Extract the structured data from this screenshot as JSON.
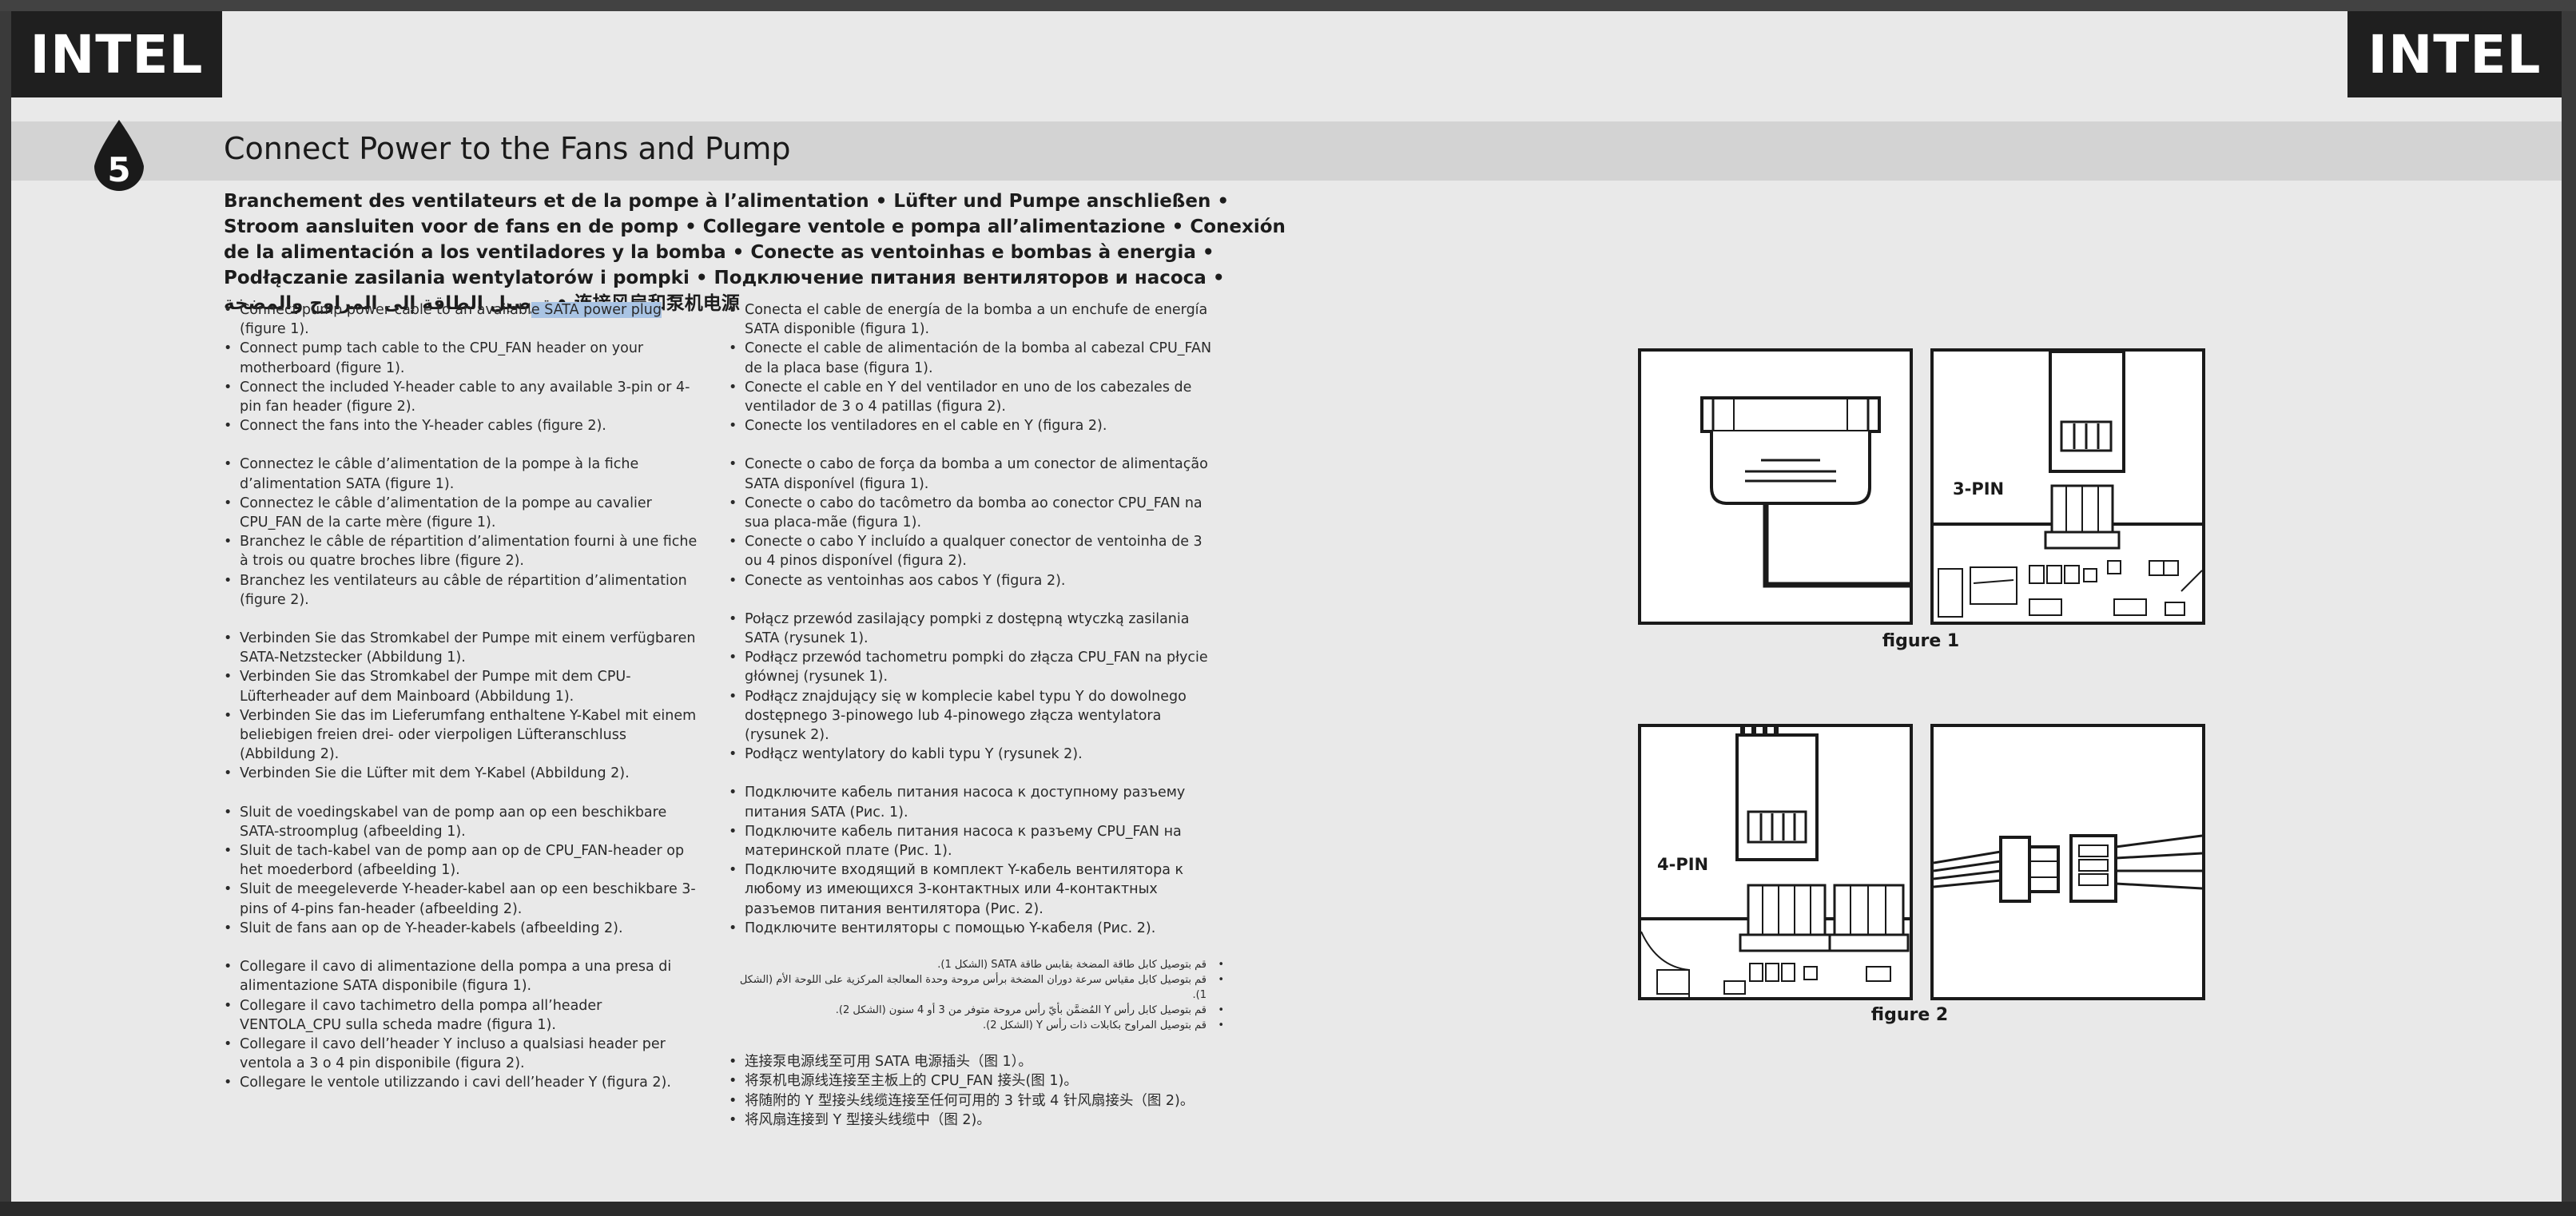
{
  "header": {
    "logo_left": "INTEL",
    "logo_right": "INTEL",
    "step_number": "5",
    "title": "Connect Power to the Fans and Pump",
    "subtitle": "Branchement des ventilateurs et de la pompe à l’alimentation • Lüfter und Pumpe anschließen • Stroom aansluiten voor de fans en de pomp • Collegare ventole e pompa all’alimentazione • Conexión de la alimentación a los ventiladores y la bomba • Conecte as ventoinhas e bombas à energia • Podłączanie zasilania wentylatorów i pompki • Подключение питания вентиляторов и насоса • توصيل الطاقة إلى المراوح والمضخة • 连接风扇和泵机电源"
  },
  "english": {
    "item1_before": "Connect pump power cable to an availabl",
    "item1_highlight": "e SATA power plug",
    "item1_after": " (figure 1).",
    "item2": "Connect pump tach cable to the CPU_FAN header on your motherboard (figure 1).",
    "item3": "Connect the included Y-header cable to any available 3-pin or 4-pin fan header (figure 2).",
    "item4": "Connect the fans into the Y-header cables (figure 2)."
  },
  "french": [
    "Connectez le câble d’alimentation de la pompe à la fiche d’alimentation SATA (figure 1).",
    "Connectez le câble d’alimentation de la pompe au cavalier CPU_FAN de la carte mère (figure 1).",
    "Branchez le câble de répartition d’alimentation fourni à une fiche à trois ou quatre broches libre (figure 2).",
    "Branchez les ventilateurs au câble de répartition d’alimentation (figure 2)."
  ],
  "german": [
    "Verbinden Sie das Stromkabel der Pumpe mit einem verfügbaren SATA-Netzstecker (Abbildung 1).",
    "Verbinden Sie das Stromkabel der Pumpe mit dem CPU-Lüfterheader auf dem Mainboard (Abbildung 1).",
    "Verbinden Sie das im Lieferumfang enthaltene Y-Kabel mit einem beliebigen freien drei- oder vierpoligen Lüfteranschluss (Abbildung 2).",
    "Verbinden Sie die Lüfter mit dem Y-Kabel (Abbildung 2)."
  ],
  "dutch": [
    "Sluit de voedingskabel van de pomp aan op een beschikbare SATA-stroomplug (afbeelding 1).",
    "Sluit de tach-kabel van de pomp aan op de CPU_FAN-header op het moederbord (afbeelding 1).",
    "Sluit de meegeleverde Y-header-kabel aan op een beschikbare 3-pins of 4-pins fan-header (afbeelding 2).",
    "Sluit de fans aan op de Y-header-kabels (afbeelding 2)."
  ],
  "italian": [
    "Collegare il cavo di alimentazione della pompa a una presa di alimentazione SATA disponibile (figura 1).",
    "Collegare il cavo tachimetro della pompa all’header VENTOLA_CPU sulla scheda madre (figura 1).",
    "Collegare il cavo dell’header Y incluso a qualsiasi header per ventola a 3 o 4 pin disponibile (figura 2).",
    "Collegare le ventole utilizzando i cavi dell’header Y (figura 2)."
  ],
  "spanish": [
    "Conecta el cable de energía de la bomba a un enchufe de energía SATA disponible (figura 1).",
    "Conecte el cable de alimentación de la bomba al cabezal CPU_FAN de la placa base (figura 1).",
    "Conecte el cable en Y del ventilador en uno de los cabezales de ventilador de 3 o 4 patillas (figura 2).",
    "Conecte los ventiladores en el cable en Y (figura 2)."
  ],
  "portuguese": [
    "Conecte o cabo de força da bomba a um conector de alimentação SATA disponível (figura 1).",
    "Conecte o cabo do tacômetro da bomba ao conector CPU_FAN na sua placa-mãe (figura 1).",
    "Conecte o cabo Y incluído a qualquer conector de ventoinha de 3 ou 4 pinos disponível (figura 2).",
    "Conecte as ventoinhas aos cabos Y (figura 2)."
  ],
  "polish": [
    "Połącz przewód zasilający pompki z dostępną wtyczką zasilania SATA (rysunek 1).",
    "Podłącz przewód tachometru pompki do złącza CPU_FAN na płycie głównej (rysunek 1).",
    "Podłącz znajdujący się w komplecie kabel typu Y do dowolnego dostępnego 3-pinowego lub 4-pinowego złącza wentylatora (rysunek 2).",
    "Podłącz wentylatory do kabli typu Y (rysunek 2)."
  ],
  "russian": [
    "Подключите кабель питания насоса к доступному разъему питания SATA (Рис. 1).",
    "Подключите кабель питания насоса к разъему CPU_FAN на материнской плате (Рис. 1).",
    "Подключите входящий в комплект Y-кабель вентилятора к любому из имеющихся 3-контактных или 4-контактных разъемов питания вентилятора (Рис. 2).",
    "Подключите вентиляторы с помощью Y-кабеля (Рис. 2)."
  ],
  "arabic": [
    "قم بتوصيل كابل طاقة المضخة بقابس طاقة SATA (الشكل 1).",
    "قم بتوصيل كابل مقياس سرعة دوران المضخة برأس مروحة وحدة المعالجة المركزية على اللوحة الأم (الشكل 1).",
    "قم بتوصيل كابل رأس Y المُضمَّن بأيّ رأس مروحة متوفر من 3 أو 4 سنون (الشكل 2).",
    "قم بتوصيل المراوح بكابلات ذات رأس Y (الشكل 2)."
  ],
  "chinese": [
    "连接泵电源线至可用 SATA 电源插头（图 1）。",
    "将泵机电源线连接至主板上的 CPU_FAN 接头(图 1)。",
    "将随附的 Y 型接头线缆连接至任何可用的 3 针或 4 针风扇接头（图 2)。",
    "将风扇连接到 Y 型接头线缆中（图 2)。"
  ],
  "figures": {
    "figure1_caption": "figure 1",
    "figure2_caption": "figure 2",
    "pin3_label": "3-PIN",
    "pin4_label": "4-PIN"
  }
}
